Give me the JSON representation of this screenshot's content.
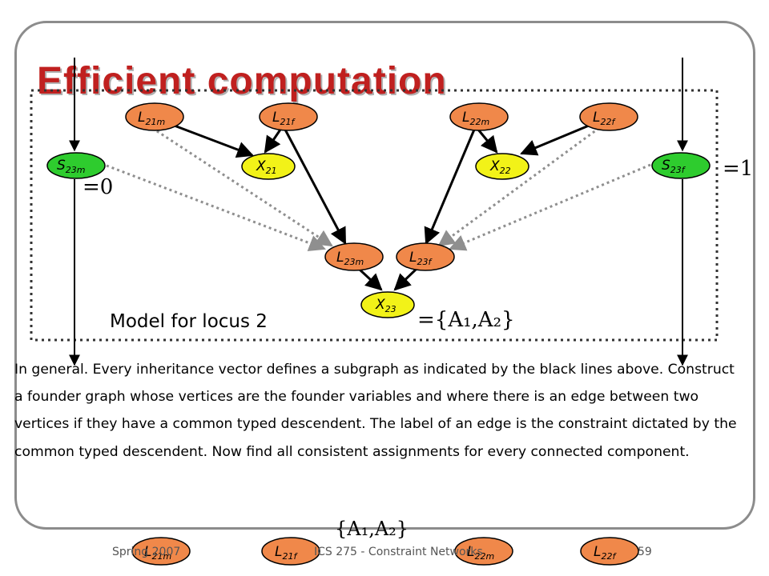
{
  "slide": {
    "title": "Efficient computation",
    "model_label": "Model for locus 2",
    "eq_zero": "=0",
    "eq_one": "=1",
    "eq_set": "={A₁,A₂}",
    "bottom_set": "{A₁,A₂}",
    "paragraph": "In general.  Every inheritance vector defines a subgraph as indicated by the black lines above.  Construct a founder graph whose vertices are the founder variables and where there is an edge between two vertices if they have a common typed descendent.  The label of an edge is the constraint dictated by the common typed descendent. Now find all consistent assignments for every connected component."
  },
  "footer": {
    "left": "Spring 2007",
    "center": "ICS 275 - Constraint Networks",
    "page": "59"
  },
  "nodes": [
    {
      "id": "L21m",
      "base": "L",
      "sub": "21m",
      "kind": "founder"
    },
    {
      "id": "L21f",
      "base": "L",
      "sub": "21f",
      "kind": "founder"
    },
    {
      "id": "L22m",
      "base": "L",
      "sub": "22m",
      "kind": "founder"
    },
    {
      "id": "L22f",
      "base": "L",
      "sub": "22f",
      "kind": "founder"
    },
    {
      "id": "X21",
      "base": "X",
      "sub": "21",
      "kind": "typed"
    },
    {
      "id": "X22",
      "base": "X",
      "sub": "22",
      "kind": "typed"
    },
    {
      "id": "S23m",
      "base": "S",
      "sub": "23m",
      "kind": "selector"
    },
    {
      "id": "S23f",
      "base": "S",
      "sub": "23f",
      "kind": "selector"
    },
    {
      "id": "L23m",
      "base": "L",
      "sub": "23m",
      "kind": "founder"
    },
    {
      "id": "L23f",
      "base": "L",
      "sub": "23f",
      "kind": "founder"
    },
    {
      "id": "X23",
      "base": "X",
      "sub": "23",
      "kind": "typed"
    },
    {
      "id": "B21m",
      "base": "L",
      "sub": "21m",
      "kind": "founder"
    },
    {
      "id": "B21f",
      "base": "L",
      "sub": "21f",
      "kind": "founder"
    },
    {
      "id": "B22m",
      "base": "L",
      "sub": "22m",
      "kind": "founder"
    },
    {
      "id": "B22f",
      "base": "L",
      "sub": "22f",
      "kind": "founder"
    }
  ],
  "colors": {
    "founder": "#f0884a",
    "typed": "#f2f218",
    "selector": "#2ecc2e",
    "title": "#c0201f",
    "dotted": "#8f8f8f"
  }
}
